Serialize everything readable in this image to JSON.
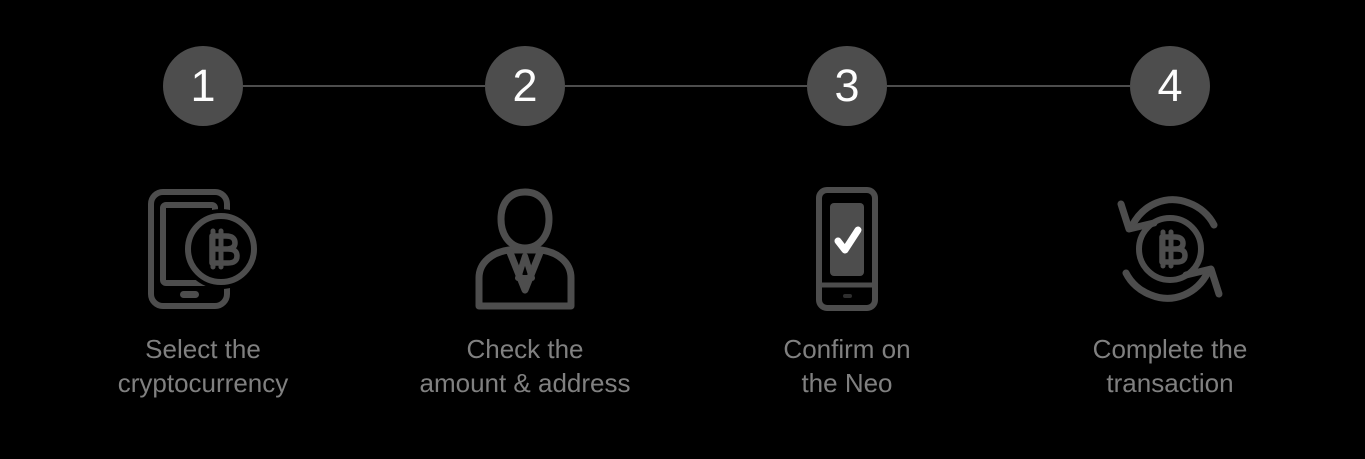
{
  "theme": {
    "background": "#000000",
    "circle_fill": "#4d4d4d",
    "circle_number_color": "#fdfdfd",
    "connector_color": "#4d4d4d",
    "icon_color": "#4d4d4d",
    "caption_color": "#808080",
    "check_color": "#ffffff"
  },
  "stepper": {
    "steps": [
      {
        "number": "1",
        "icon": "phone-bitcoin-icon",
        "caption_line1": "Select the",
        "caption_line2": "cryptocurrency"
      },
      {
        "number": "2",
        "icon": "person-suit-icon",
        "caption_line1": "Check the",
        "caption_line2": "amount & address"
      },
      {
        "number": "3",
        "icon": "device-checkmark-icon",
        "caption_line1": "Confirm on",
        "caption_line2": "the Neo"
      },
      {
        "number": "4",
        "icon": "bitcoin-exchange-arrows-icon",
        "caption_line1": "Complete the",
        "caption_line2": "transaction"
      }
    ]
  }
}
